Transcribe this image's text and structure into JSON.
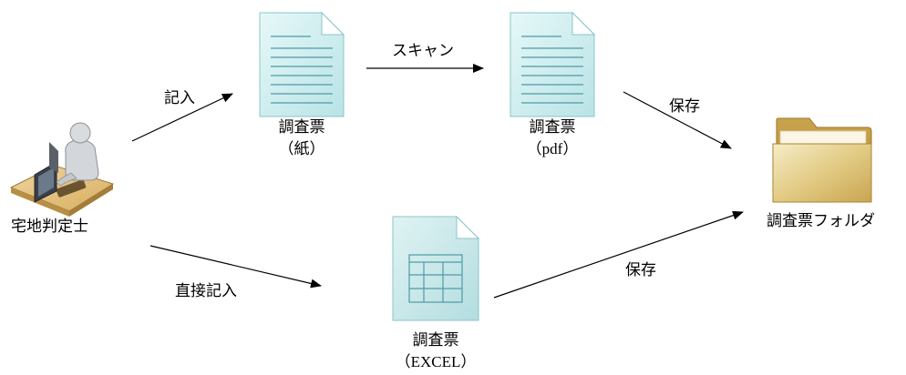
{
  "actor": {
    "label": "宅地判定士",
    "icon": "person-at-computer-icon"
  },
  "documents": {
    "paper": {
      "title": "調査票",
      "subtitle": "（紙）",
      "icon": "document-icon"
    },
    "pdf": {
      "title": "調査票",
      "subtitle": "（pdf）",
      "icon": "document-icon"
    },
    "excel": {
      "title": "調査票",
      "subtitle": "（EXCEL）",
      "icon": "spreadsheet-document-icon"
    }
  },
  "folder": {
    "label": "調査票フォルダ",
    "icon": "folder-icon"
  },
  "edges": {
    "write": "記入",
    "scan": "スキャン",
    "save_pdf": "保存",
    "direct_write": "直接記入",
    "save_excel": "保存"
  },
  "colors": {
    "document_fill": "#c9ecec",
    "document_line": "#5aa9b4",
    "folder_fill": "#d8be72"
  }
}
